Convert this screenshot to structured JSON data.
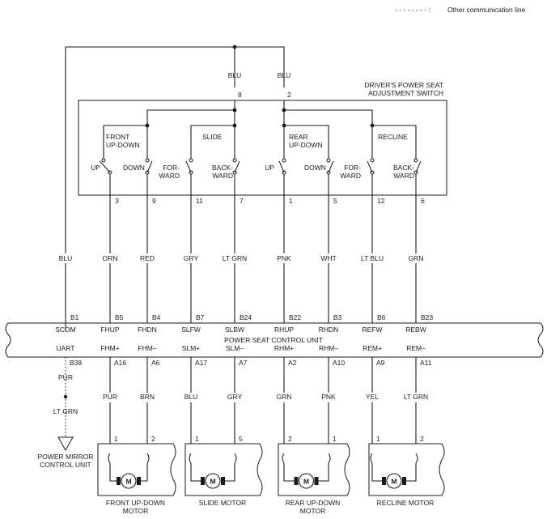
{
  "legend": {
    "line_sample": "- - - - - - - - :",
    "label": "Other communication line"
  },
  "switch": {
    "title_line1": "DRIVER'S POWER SEAT",
    "title_line2": "ADJUSTMENT SWITCH",
    "feed_wire": "BLU",
    "feed_pins": [
      "8",
      "2"
    ],
    "groups": [
      {
        "name_line1": "FRONT",
        "name_line2": "UP-DOWN"
      },
      {
        "name_line1": "SLIDE",
        "name_line2": ""
      },
      {
        "name_line1": "REAR",
        "name_line2": "UP-DOWN"
      },
      {
        "name_line1": "RECLINE",
        "name_line2": ""
      }
    ],
    "contacts": [
      {
        "line1": "UP",
        "line2": ""
      },
      {
        "line1": "DOWN",
        "line2": ""
      },
      {
        "line1": "FOR-",
        "line2": "WARD"
      },
      {
        "line1": "BACK-",
        "line2": "WARD"
      },
      {
        "line1": "UP",
        "line2": ""
      },
      {
        "line1": "DOWN",
        "line2": ""
      },
      {
        "line1": "FOR-",
        "line2": "WARD"
      },
      {
        "line1": "BACK-",
        "line2": "WARD"
      }
    ],
    "pins": [
      "3",
      "9",
      "11",
      "7",
      "1",
      "5",
      "12",
      "6"
    ]
  },
  "upper_wires": [
    "BLU",
    "ORN",
    "RED",
    "GRY",
    "LT GRN",
    "PNK",
    "WHT",
    "LT BLU",
    "GRN"
  ],
  "unit": {
    "title": "POWER SEAT CONTROL UNIT",
    "top_pins": [
      "B1",
      "B5",
      "B4",
      "B7",
      "B24",
      "B22",
      "B3",
      "B6",
      "B23"
    ],
    "top_signals": [
      "SCOM",
      "FHUP",
      "FHDN",
      "SLFW",
      "SLBW",
      "RHUP",
      "RHDN",
      "REFW",
      "REBW"
    ],
    "bottom_signals": [
      "UART",
      "FHM+",
      "FHM–",
      "SLM+",
      "SLM–",
      "RHM+",
      "RHM–",
      "REM+",
      "REM–"
    ],
    "bottom_pins": [
      "B38",
      "A16",
      "A6",
      "A17",
      "A7",
      "A2",
      "A10",
      "A9",
      "A11"
    ]
  },
  "comm_line": {
    "wire1": "PUR",
    "wire2": "LT GRN",
    "target_line1": "POWER MIRROR",
    "target_line2": "CONTROL UNIT"
  },
  "lower_wires": [
    "PUR",
    "BRN",
    "BLU",
    "GRY",
    "GRN",
    "PNK",
    "YEL",
    "LT GRN"
  ],
  "motors": [
    {
      "pins": [
        "1",
        "2"
      ],
      "name_line1": "FRONT UP-DOWN",
      "name_line2": "MOTOR",
      "symbol": "M"
    },
    {
      "pins": [
        "1",
        "5"
      ],
      "name_line1": "SLIDE MOTOR",
      "name_line2": "",
      "symbol": "M"
    },
    {
      "pins": [
        "2",
        "1"
      ],
      "name_line1": "REAR UP-DOWN",
      "name_line2": "MOTOR",
      "symbol": "M"
    },
    {
      "pins": [
        "1",
        "2"
      ],
      "name_line1": "RECLINE MOTOR",
      "name_line2": "",
      "symbol": "M"
    }
  ]
}
